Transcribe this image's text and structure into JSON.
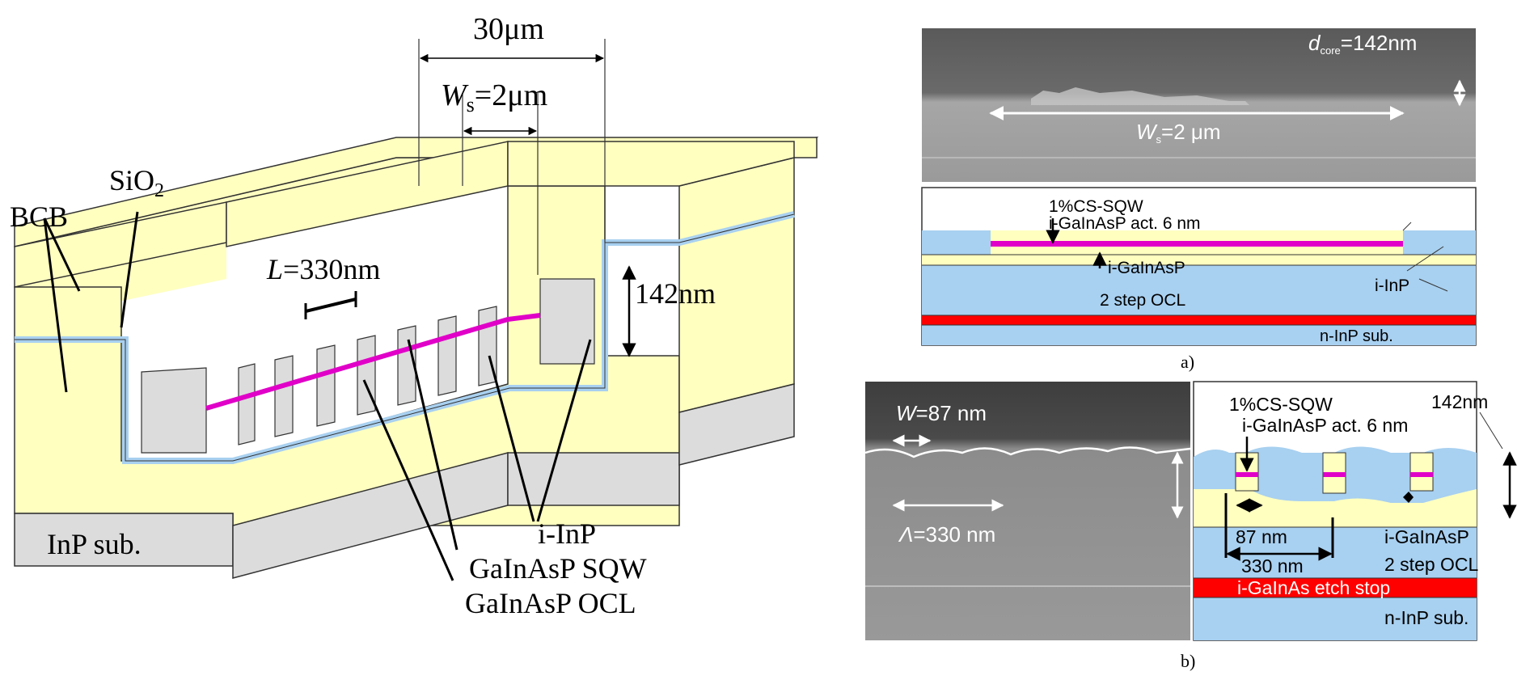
{
  "colors": {
    "yellow": "#ffffc0",
    "yellow_dark": "#f0f0a0",
    "gray": "#dcdcdc",
    "blue": "#a8d0f0",
    "magenta": "#e000c8",
    "red": "#ff0000",
    "sem_dark": "#555555",
    "sem_light": "#9a9a9a"
  },
  "left": {
    "dim_width": "30μm",
    "ws_sym": "W",
    "ws_sub": "s",
    "ws_val": "=2μm",
    "period_sym": "L",
    "period_val": "=330nm",
    "thickness": "142nm",
    "bcb": "BCB",
    "sio2_main": "SiO",
    "sio2_sub": "2",
    "substrate": "InP sub.",
    "label_inp": "i-InP",
    "label_sqw": "GaInAsP SQW",
    "label_ocl": "GaInAsP OCL"
  },
  "panel_a": {
    "caption": "a)",
    "sem_core_sym": "d",
    "sem_core_sub": "core",
    "sem_core_val": "=142nm",
    "sem_ws_sym": "W",
    "sem_ws_sub": "s",
    "sem_ws_val": "=2 μm",
    "sqw": "1%CS-SQW",
    "act": "i-GaInAsP act. 6 nm",
    "ocl1": "i-GaInAsP",
    "ocl2": "2 step OCL",
    "inp": "i-InP",
    "sub": "n-InP sub."
  },
  "panel_b": {
    "caption": "b)",
    "sem_w_sym": "W",
    "sem_w_val": "=87 nm",
    "sem_period_sym": "Λ",
    "sem_period_val": "=330 nm",
    "sqw": "1%CS-SQW",
    "act": "i-GaInAsP act. 6 nm",
    "thick": "142nm",
    "w_dim": "87 nm",
    "period_dim": "330 nm",
    "ocl1": "i-GaInAsP",
    "ocl2": "2 step OCL",
    "etch": "i-GaInAs etch stop",
    "sub": "n-InP sub."
  }
}
